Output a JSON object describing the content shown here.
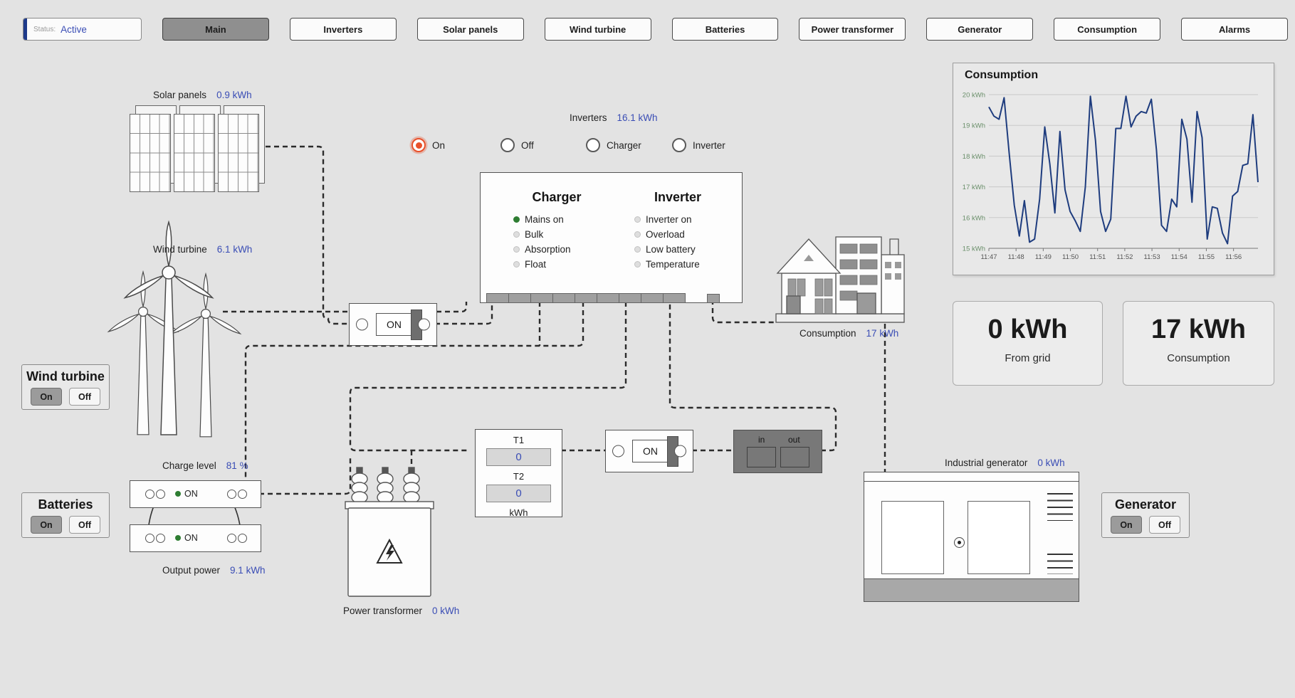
{
  "status": {
    "label": "Status:",
    "value": "Active"
  },
  "nav": {
    "items": [
      {
        "label": "Main",
        "active": true
      },
      {
        "label": "Inverters",
        "active": false
      },
      {
        "label": "Solar panels",
        "active": false
      },
      {
        "label": "Wind turbine",
        "active": false
      },
      {
        "label": "Batteries",
        "active": false
      },
      {
        "label": "Power transformer",
        "active": false
      },
      {
        "label": "Generator",
        "active": false
      },
      {
        "label": "Consumption",
        "active": false
      },
      {
        "label": "Alarms",
        "active": false
      }
    ]
  },
  "solar": {
    "label": "Solar panels",
    "value": "0.9 kWh"
  },
  "wind": {
    "label": "Wind turbine",
    "value": "6.1 kWh"
  },
  "inverters": {
    "label": "Inverters",
    "value": "16.1 kWh",
    "modes": [
      {
        "label": "On",
        "selected": true
      },
      {
        "label": "Off",
        "selected": false
      },
      {
        "label": "Charger",
        "selected": false
      },
      {
        "label": "Inverter",
        "selected": false
      }
    ],
    "charger": {
      "title": "Charger",
      "items": [
        {
          "label": "Mains on",
          "on": true
        },
        {
          "label": "Bulk",
          "on": false
        },
        {
          "label": "Absorption",
          "on": false
        },
        {
          "label": "Float",
          "on": false
        }
      ]
    },
    "inverter": {
      "title": "Inverter",
      "items": [
        {
          "label": "Inverter on",
          "on": false
        },
        {
          "label": "Overload",
          "on": false
        },
        {
          "label": "Low battery",
          "on": false
        },
        {
          "label": "Temperature",
          "on": false
        }
      ]
    }
  },
  "switches": {
    "switch1": "ON",
    "switch2": "ON"
  },
  "controls": {
    "wind": {
      "title": "Wind turbine",
      "on": "On",
      "off": "Off"
    },
    "batteries": {
      "title": "Batteries",
      "on": "On",
      "off": "Off"
    },
    "generator": {
      "title": "Generator",
      "on": "On",
      "off": "Off"
    }
  },
  "battery": {
    "charge_label": "Charge level",
    "charge_value": "81 %",
    "output_label": "Output power",
    "output_value": "9.1 kWh",
    "modules": [
      {
        "led": "ON"
      },
      {
        "led": "ON"
      }
    ]
  },
  "meter": {
    "t1_label": "T1",
    "t1_value": "0",
    "t2_label": "T2",
    "t2_value": "0",
    "unit": "kWh"
  },
  "transformer": {
    "label": "Power transformer",
    "value": "0 kWh"
  },
  "inout": {
    "in_label": "in",
    "out_label": "out"
  },
  "site": {
    "label": "Consumption",
    "value": "17 kWh"
  },
  "generator": {
    "label": "Industrial generator",
    "value": "0 kWh"
  },
  "cards": [
    {
      "value": "0 kWh",
      "label": "From grid"
    },
    {
      "value": "17 kWh",
      "label": "Consumption"
    }
  ],
  "chart_data": {
    "type": "line",
    "title": "Consumption",
    "ylim": [
      15,
      20
    ],
    "y_ticks": [
      "15 kWh",
      "16 kWh",
      "17 kWh",
      "18 kWh",
      "19 kWh",
      "20 kWh"
    ],
    "x_ticks": [
      "11:47",
      "11:48",
      "11:49",
      "11:50",
      "11:51",
      "11:52",
      "11:53",
      "11:54",
      "11:55",
      "11:56"
    ],
    "x_span_minutes": 9.9,
    "values": [
      19.6,
      19.3,
      19.2,
      19.9,
      18.1,
      16.4,
      15.4,
      16.55,
      15.2,
      15.3,
      16.6,
      18.95,
      17.75,
      16.15,
      18.8,
      16.9,
      16.2,
      15.9,
      15.55,
      17.0,
      19.95,
      18.5,
      16.2,
      15.55,
      15.95,
      18.9,
      18.9,
      19.95,
      18.95,
      19.3,
      19.45,
      19.4,
      19.85,
      18.2,
      15.75,
      15.55,
      16.6,
      16.35,
      19.2,
      18.55,
      16.5,
      19.45,
      18.6,
      15.3,
      16.35,
      16.3,
      15.5,
      15.15,
      16.7,
      16.85,
      17.7,
      17.75,
      19.35,
      17.15
    ],
    "line_color": "#1e3c7e",
    "ytick_color": "#6a8f6a",
    "xtick_color": "#555555",
    "grid_color": "#c9c9c9",
    "grid": true,
    "legend": false
  }
}
